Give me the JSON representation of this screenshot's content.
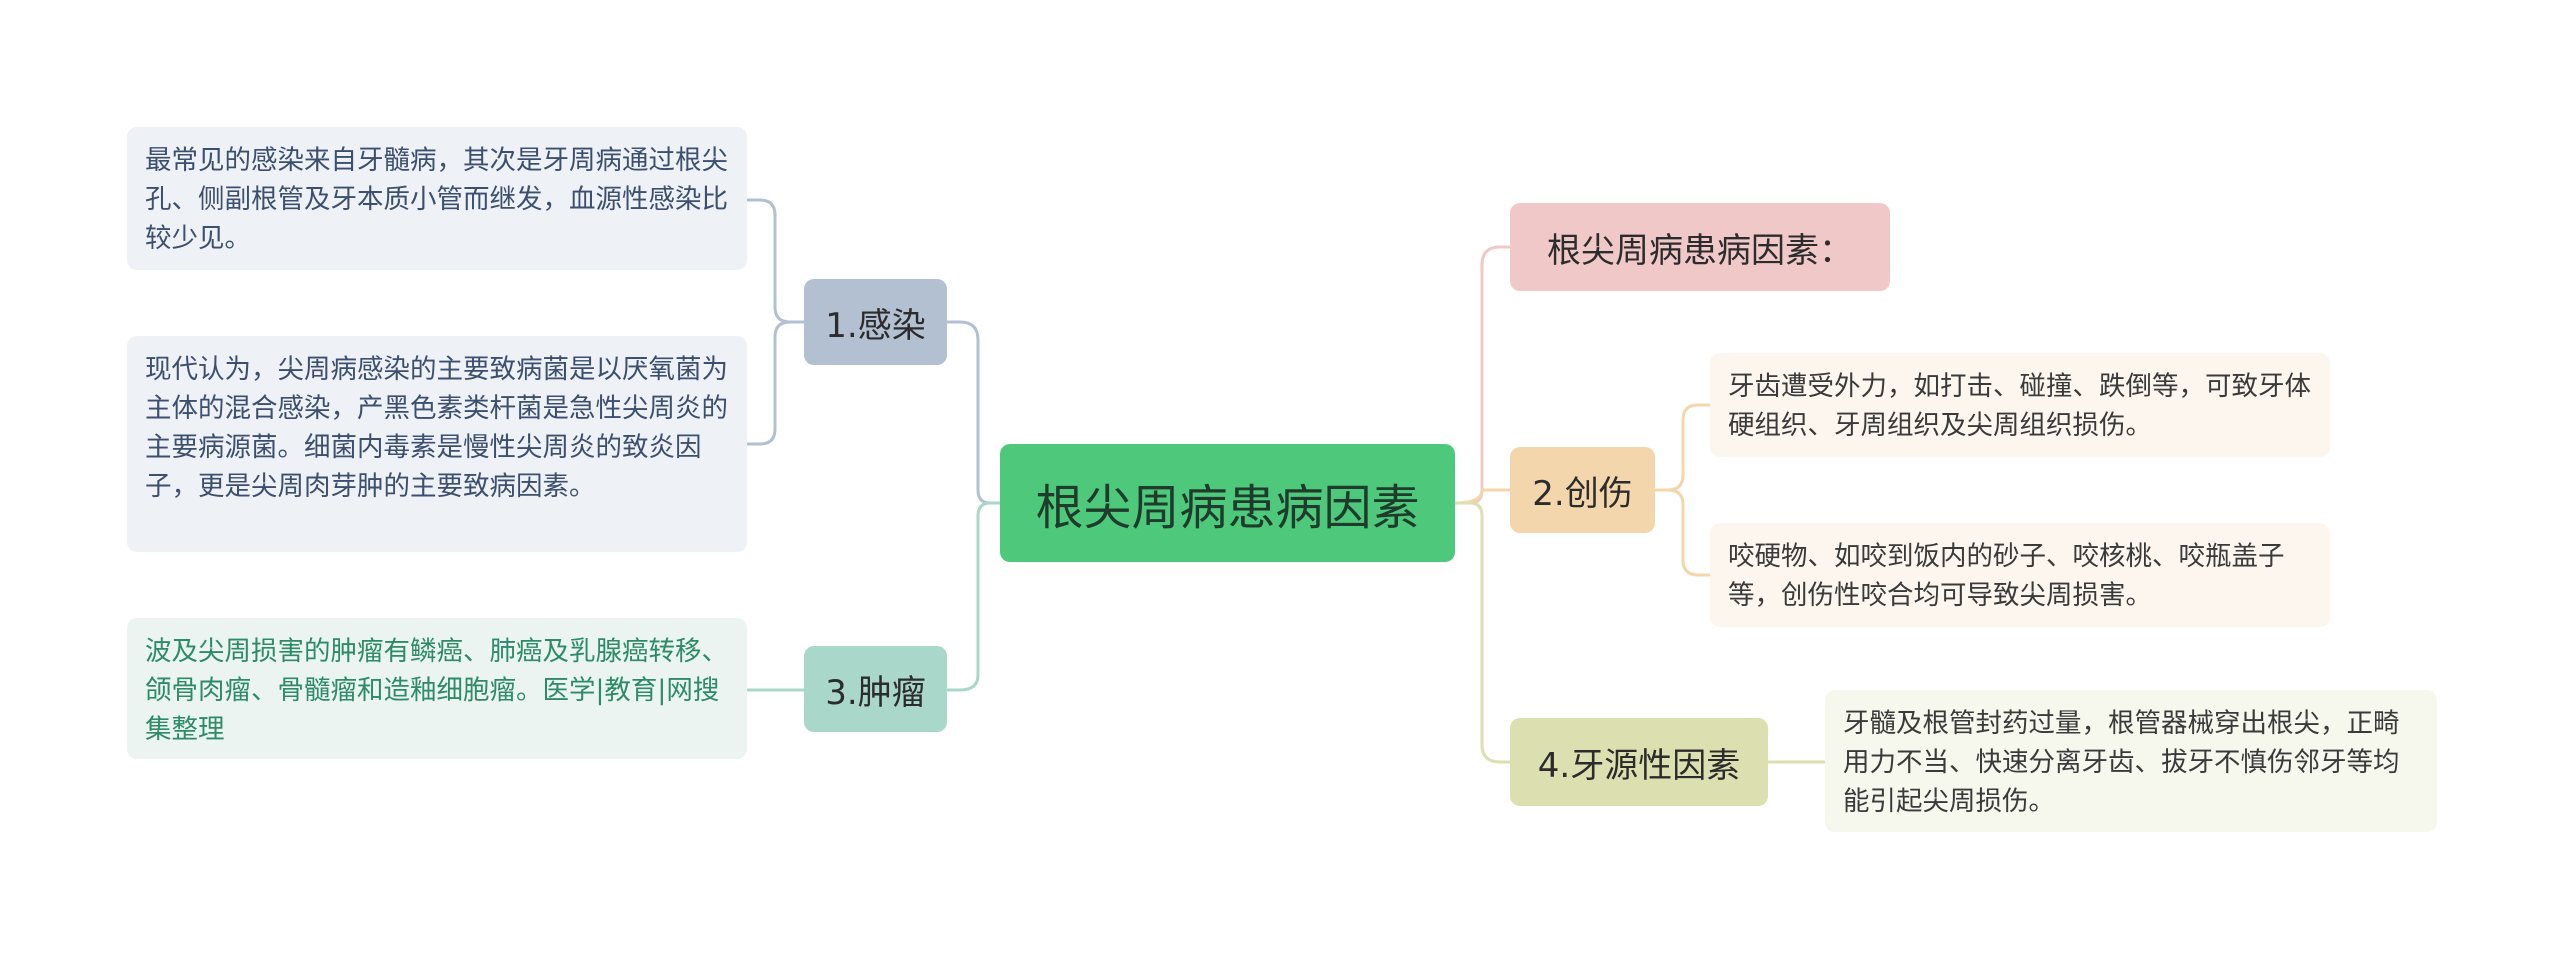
{
  "center": {
    "title": "根尖周病患病因素"
  },
  "header_node": {
    "label": "根尖周病患病因素："
  },
  "branches": {
    "infection": {
      "label": "1.感染",
      "leaves": [
        "最常见的感染来自牙髓病，其次是牙周病通过根尖孔、侧副根管及牙本质小管而继发，血源性感染比较少见。",
        "现代认为，尖周病感染的主要致病菌是以厌氧菌为主体的混合感染，产黑色素类杆菌是急性尖周炎的主要病源菌。细菌内毒素是慢性尖周炎的致炎因子，更是尖周肉芽肿的主要致病因素。"
      ]
    },
    "tumor": {
      "label": "3.肿瘤",
      "leaves": [
        "波及尖周损害的肿瘤有鳞癌、肺癌及乳腺癌转移、颌骨肉瘤、骨髓瘤和造釉细胞瘤。医学|教育|网搜集整理"
      ]
    },
    "trauma": {
      "label": "2.创伤",
      "leaves": [
        "牙齿遭受外力，如打击、碰撞、跌倒等，可致牙体硬组织、牙周组织及尖周组织损伤。",
        "咬硬物、如咬到饭内的砂子、咬核桃、咬瓶盖子等，创伤性咬合均可导致尖周损害。"
      ]
    },
    "iatrogenic": {
      "label": "4.牙源性因素",
      "leaves": [
        "牙髓及根管封药过量，根管器械穿出根尖，正畸用力不当、快速分离牙齿、拔牙不慎伤邻牙等均能引起尖周损伤。"
      ]
    }
  },
  "colors": {
    "center": "#4ec97b",
    "header_node": "#f1c8c8",
    "infection": "#b2c0d2",
    "tumor": "#a9d8ca",
    "trauma": "#f4d6ad",
    "iatrogenic": "#dcdfb0"
  }
}
